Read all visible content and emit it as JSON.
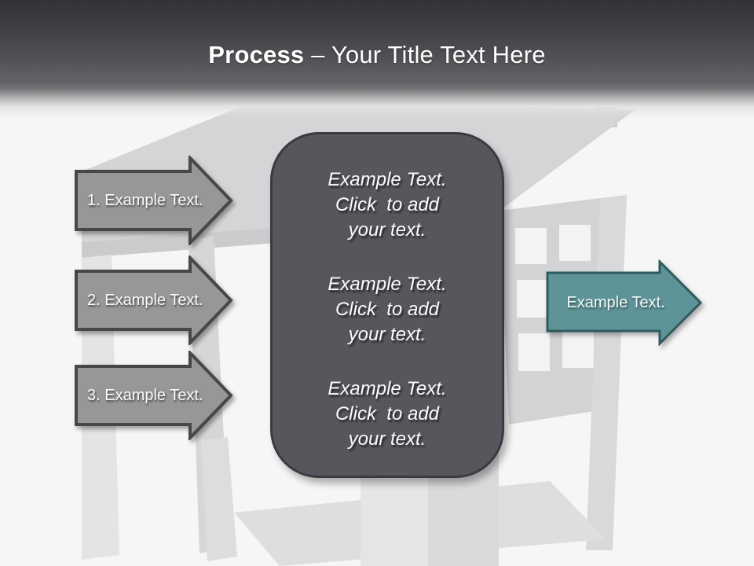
{
  "slide": {
    "title": {
      "emphasis": "Process",
      "rest": "– Your Title Text Here"
    },
    "background": {
      "description": "faded grayscale lantern photo"
    }
  },
  "left_arrows": [
    {
      "label": "1. Example Text."
    },
    {
      "label": "2. Example Text."
    },
    {
      "label": "3. Example Text."
    }
  ],
  "center_box": {
    "paragraphs": [
      {
        "lines": [
          "Example Text.",
          "Click  to add",
          "your text."
        ]
      },
      {
        "lines": [
          "Example Text.",
          "Click  to add",
          "your text."
        ]
      },
      {
        "lines": [
          "Example Text.",
          "Click  to add",
          "your text."
        ]
      }
    ]
  },
  "right_arrow": {
    "label": "Example Text."
  },
  "colors": {
    "header_top": "#333337",
    "header_bottom": "#78787B",
    "slide_background": "#F6F6F7",
    "gray_arrow_fill": "#979797",
    "gray_arrow_border": "#474747",
    "box_fill": "#56565C",
    "box_border": "#3A3A40",
    "teal_arrow_fill": "#5E9497",
    "teal_arrow_border": "#2E5B5E",
    "text": "#FFFFFF"
  }
}
